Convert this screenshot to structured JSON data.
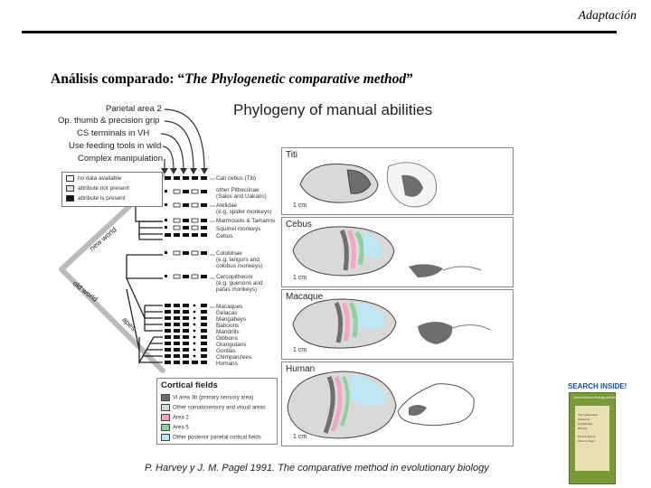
{
  "header": {
    "title": "Adaptación"
  },
  "section": {
    "title_prefix": "Análisis comparado: “",
    "title_italic": "The Phylogenetic comparative method",
    "title_suffix": "”"
  },
  "figure": {
    "title": "Phylogeny of manual abilities",
    "traits": [
      "Parietal area 2",
      "Op. thumb & precision grip",
      "CS terminals in VH",
      "Use feeding tools in wild",
      "Complex manipulation"
    ],
    "legend": [
      "no data available",
      "attribute not present",
      "attribute is present"
    ],
    "taxa": [
      "Cali cebus (Titi)",
      "other Pitheciinae",
      "(Sakis and Uakaris)",
      "Atelidae",
      "(e.g. spider monkeys)",
      "Marmosets & Tamarins",
      "Squirrel monkeys",
      "Cebus",
      "Colobinae",
      "(e.g. langurs and",
      "colobus monkeys)",
      "Cercopithecini",
      "(e.g. guenons and",
      "patas monkeys)",
      "Macaques",
      "Gelacas",
      "Mangabeys",
      "Baboons",
      "Mandrills",
      "Gibbons",
      "Orangutans",
      "Gorillas",
      "Chimpanzees",
      "Humans"
    ],
    "clades": [
      "new world",
      "old world",
      "apes"
    ],
    "cortical": {
      "title": "Cortical fields",
      "items": [
        {
          "label": "Vl area 3b (primary sensory area)",
          "color": "#6e6e6e"
        },
        {
          "label": "Other somatosensory and visual areas",
          "color": "#d9d9d9"
        },
        {
          "label": "Area 2",
          "color": "#f2a7c0"
        },
        {
          "label": "Area 5",
          "color": "#8fd19e"
        },
        {
          "label": "Other posterior parietal cortical fields",
          "color": "#bfe6f2"
        }
      ]
    },
    "brains": [
      {
        "name": "Titi",
        "scale": "1 cm"
      },
      {
        "name": "Cebus",
        "scale": "1 cm"
      },
      {
        "name": "Macaque",
        "scale": "1 cm"
      },
      {
        "name": "Human",
        "scale": "1 cm"
      }
    ]
  },
  "caption": "P. Harvey y J. M. Pagel 1991. The comparative method in evolutionary biology",
  "book": {
    "badge": "SEARCH INSIDE!",
    "publisher": "Oxford Series in Ecology and Evolution",
    "lines": [
      "The Comparative",
      "Method in",
      "Evolutionary",
      "Biology",
      "Paul H. Harvey",
      "Mark D. Pagel"
    ]
  }
}
